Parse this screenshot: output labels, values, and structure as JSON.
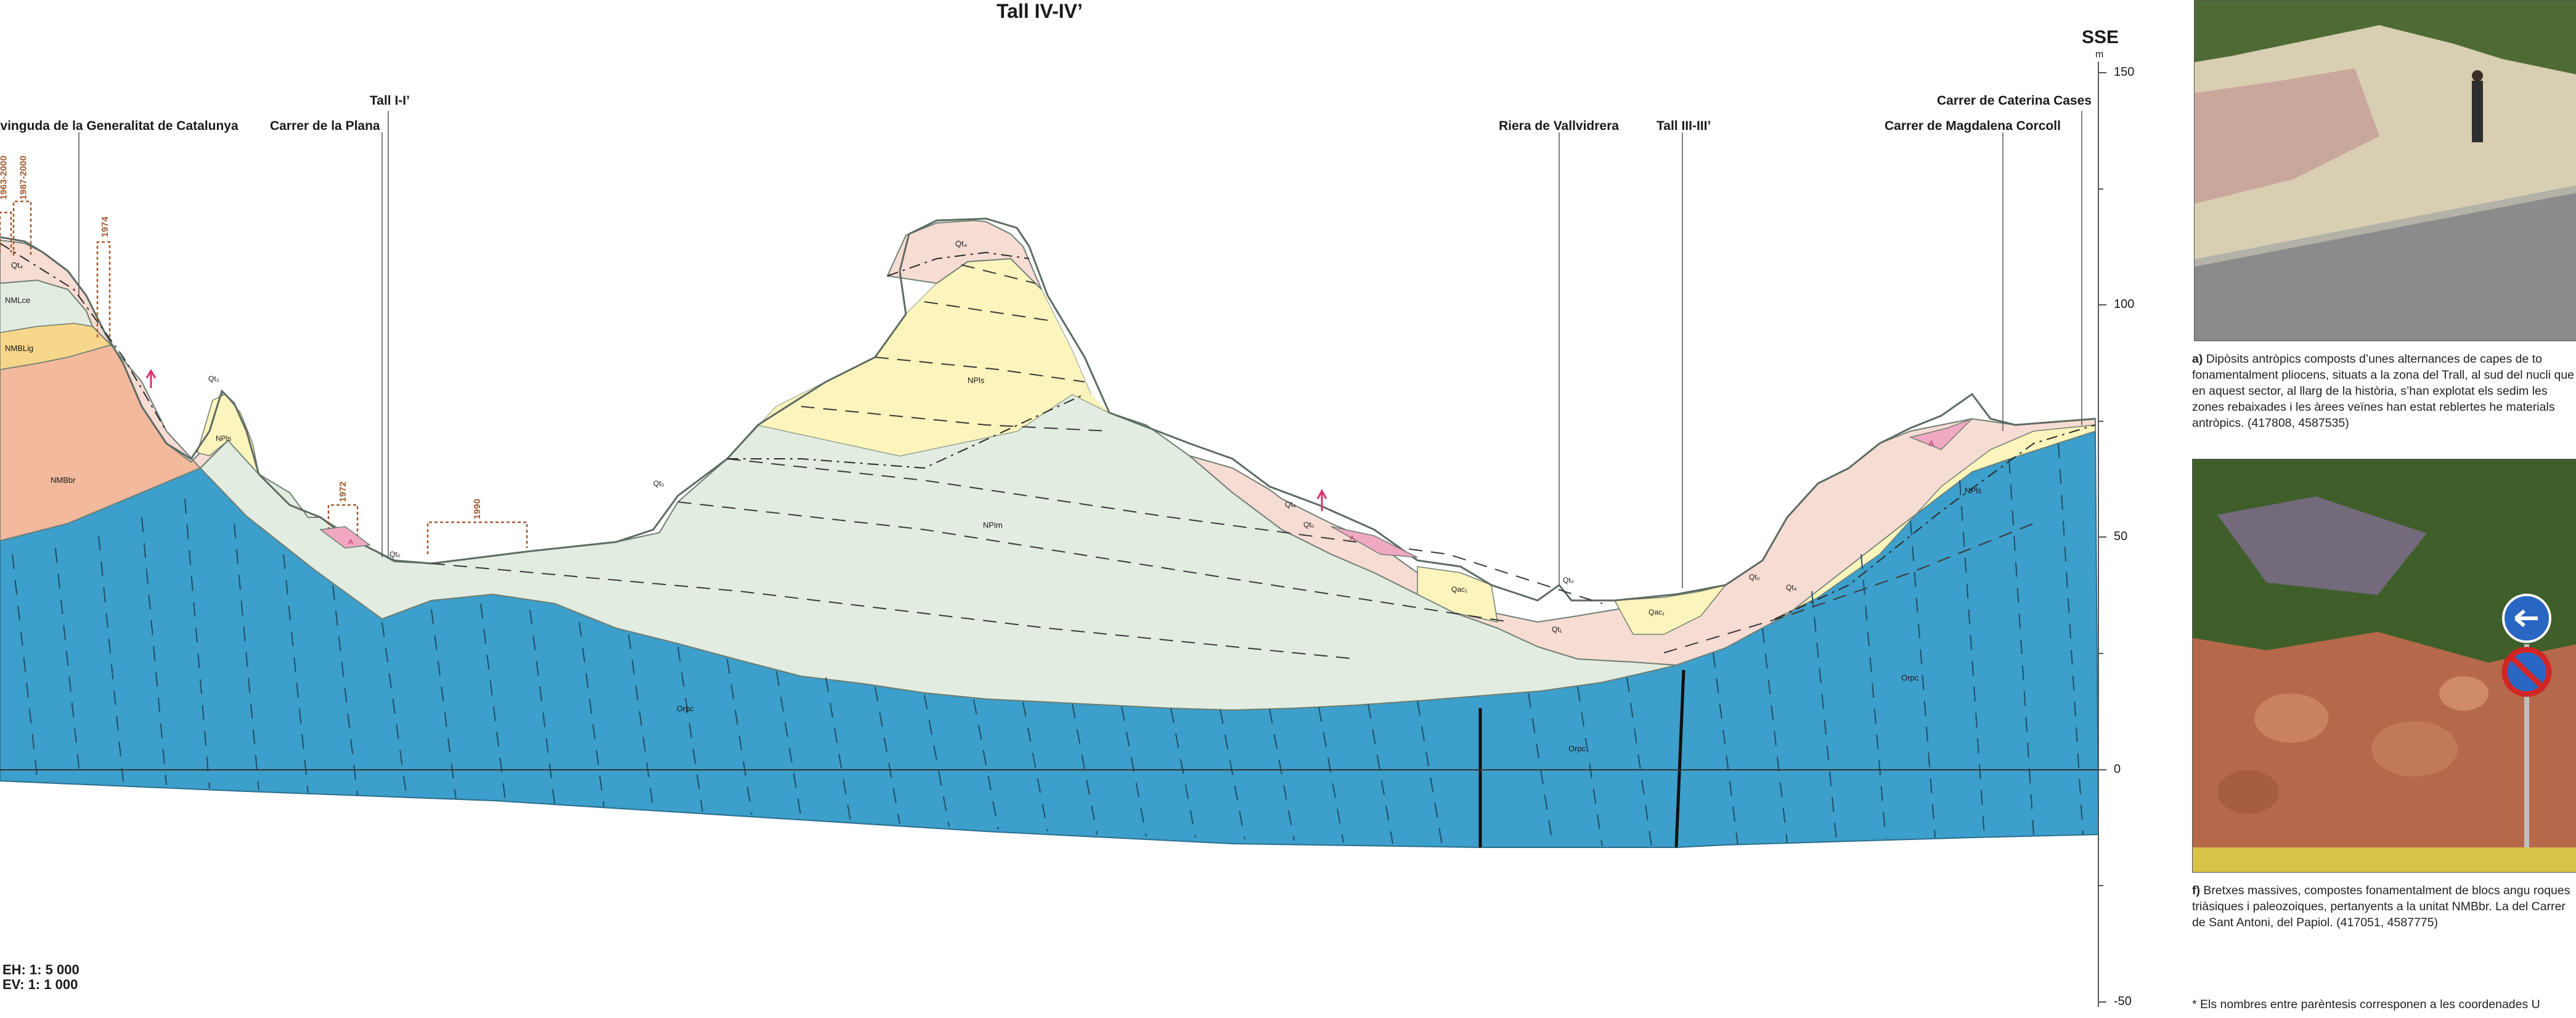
{
  "title": "Tall IV-IV’",
  "direction_label": "SSE",
  "axis_unit": "m",
  "axis_ticks": [
    "150",
    "100",
    "50",
    "0",
    "-50"
  ],
  "scale": {
    "eh": "EH: 1: 5 000",
    "ev": "EV: 1: 1 000"
  },
  "place_labels": [
    "Avinguda de la Generalitat de Catalunya",
    "Tall I-I’",
    "Carrer de la Plana",
    "Riera de Vallvidrera",
    "Tall III-III’",
    "Carrer de Caterina Cases",
    "Carrer de Magdalena Corcoll"
  ],
  "year_labels": [
    "1963-2000",
    "1987-2000",
    "1974",
    "1972",
    "1990"
  ],
  "unit_labels": {
    "qt4_a": "Qt₄",
    "nmlce": "NMLce",
    "nmblig": "NMBLig",
    "nmbbr": "NMBbr",
    "qt3_a": "Qt₃",
    "npls_a": "NPls",
    "qt0_a": "Qt₀",
    "qt0_b": "Qt₀",
    "qt4_b": "Qt₄",
    "npls_b": "NPls",
    "npim": "NPim",
    "qt4_c": "Qt₄",
    "qt0_c": "Qt₀",
    "qac1_a": "Qac₁",
    "qt0_d": "Qt₀",
    "qt1": "Qt₁",
    "qac1_b": "Qac₁",
    "qt0_e": "Qt₀",
    "qt4_d": "Qt₄",
    "npls_c": "NPls",
    "orpc_a": "Orpc",
    "orpc_b": "Orpc",
    "orpc_c": "Orpc",
    "a1": "A",
    "a2": "A",
    "a3": "A"
  },
  "photos": [
    {
      "id": "a",
      "caption_letter": "a)",
      "caption_text": "Dipòsits antròpics composts d’unes alternances de capes de to fonamentalment pliocens, situats a la zona del Trall, al sud del nucli que en aquest sector, al llarg de la història, s’han explotat els sedim les zones rebaixades i les àrees veïnes han estat reblertes he materials antròpics. (417808, 4587535)"
    },
    {
      "id": "f",
      "caption_letter": "f)",
      "caption_text": "Bretxes massives, compostes fonamentalment de blocs angu roques triàsiques i paleozoiques, pertanyents a la unitat NMBbr. La del Carrer de Sant Antoni, del Papiol. (417051, 4587775)"
    }
  ],
  "footnote": "* Els nombres entre parèntesis corresponen a les coordenades U",
  "colors": {
    "paleozoic": "#3d9fcb",
    "pliocene_marls": "#e2ece0",
    "pliocene_sands": "#fbf4bc",
    "quaternary": "#f7dcd3",
    "breccia": "#f2b99c",
    "lignite": "#f6d68a",
    "anthropic": "#f0a8c2",
    "contour": "#6f7f74",
    "year_box": "#a35a32"
  }
}
